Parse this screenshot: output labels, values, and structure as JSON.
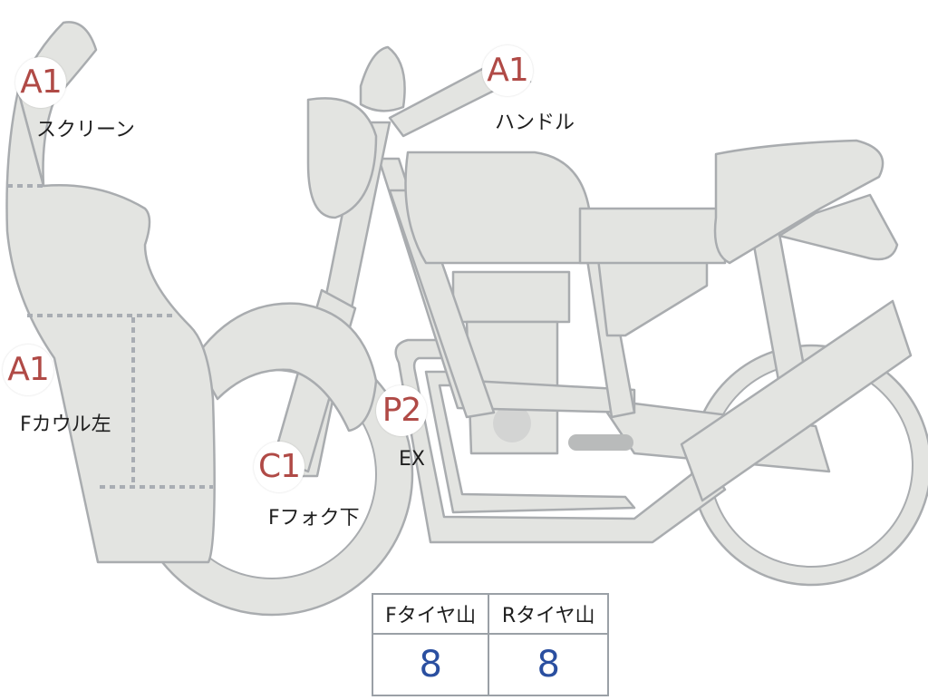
{
  "diagram": {
    "colors": {
      "part_fill": "#e3e4e1",
      "part_outline": "#a9acaf",
      "badge_text": "#b04a46",
      "value_text": "#2a4fa0"
    },
    "markers": [
      {
        "code": "A1",
        "part": "スクリーン"
      },
      {
        "code": "A1",
        "part": "ハンドル"
      },
      {
        "code": "A1",
        "part": "Fカウル左"
      },
      {
        "code": "C1",
        "part": "Fフォク下"
      },
      {
        "code": "P2",
        "part": "EX"
      }
    ]
  },
  "tire_table": {
    "headers": [
      "Fタイヤ山",
      "Rタイヤ山"
    ],
    "values": [
      "8",
      "8"
    ]
  }
}
